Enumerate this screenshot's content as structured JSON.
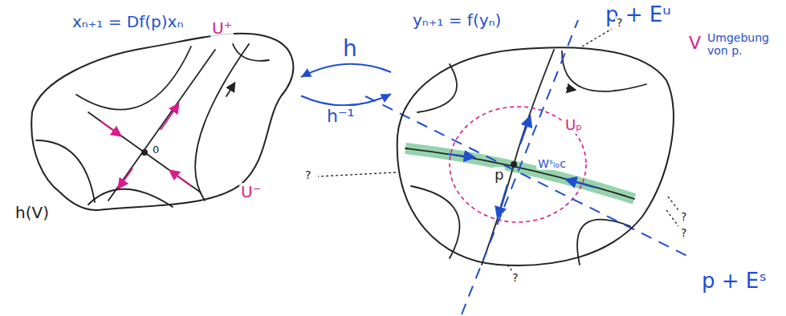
{
  "diagram": {
    "nodes": [
      {
        "text": [
          "h(V)"
        ]
      },
      {
        "text": [
          "V",
          "Umgebung von p."
        ]
      }
    ],
    "edges": [
      {
        "from": 1,
        "to": 0,
        "arrow": "to",
        "label": "h"
      },
      {
        "from": 0,
        "to": 1,
        "arrow": "to",
        "label": "h⁻¹"
      }
    ],
    "labels": [
      "xₙ₊₁ = Df(p)xₙ",
      "U⁺",
      "U⁻",
      "0",
      "yₙ₊₁ = f(yₙ)",
      "p + Eᵘ",
      "p + Eˢ",
      "p",
      "Uₚ",
      "Wˢₗₒc",
      "?",
      "?",
      "?",
      "?",
      "?"
    ]
  }
}
